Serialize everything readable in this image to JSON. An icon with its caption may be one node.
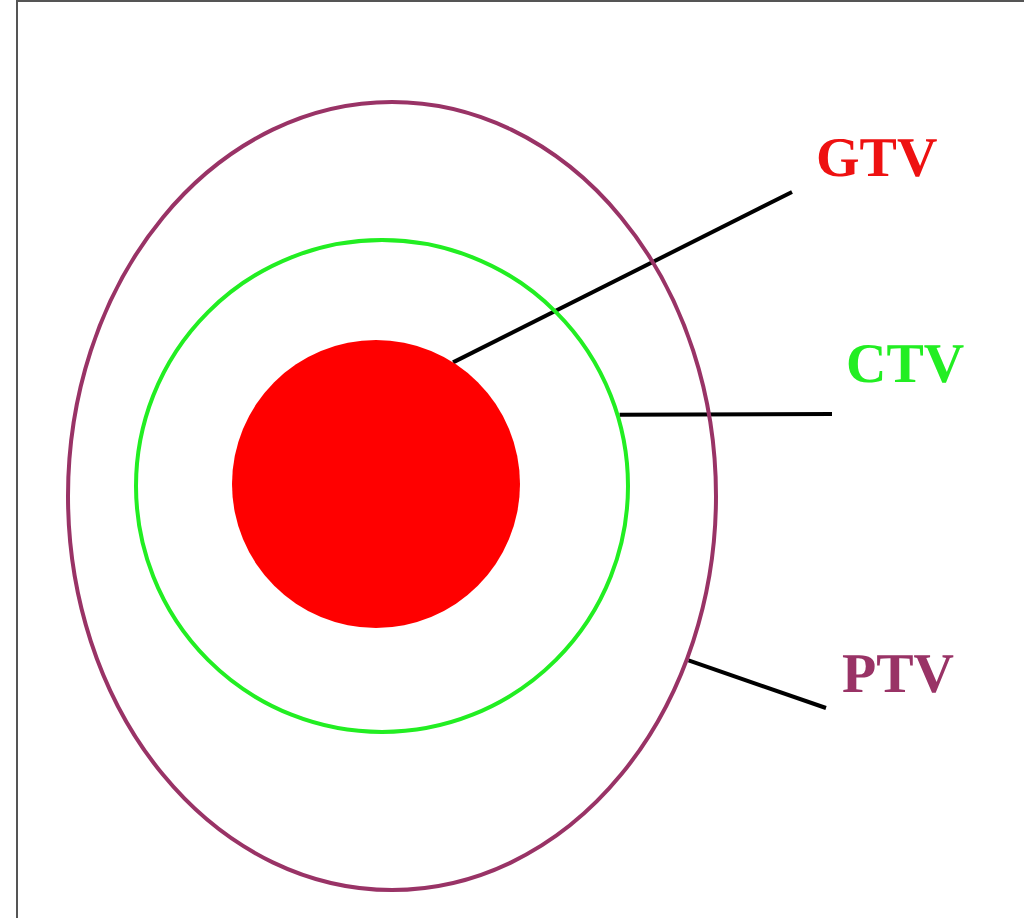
{
  "diagram": {
    "nodes": [
      {
        "text": [],
        "shape": "ellipse"
      },
      {
        "text": [],
        "shape": "circle",
        "in": 0
      },
      {
        "text": [],
        "shape": "circle",
        "in": 1
      },
      {
        "text": [
          "GTV"
        ]
      },
      {
        "text": [
          "CTV"
        ]
      },
      {
        "text": [
          "PTV"
        ]
      }
    ],
    "edges": [
      {
        "from": 3,
        "to": 2,
        "arrow": "none"
      },
      {
        "from": 4,
        "to": 1,
        "arrow": "none"
      },
      {
        "from": 5,
        "to": 0,
        "arrow": "none"
      }
    ]
  }
}
